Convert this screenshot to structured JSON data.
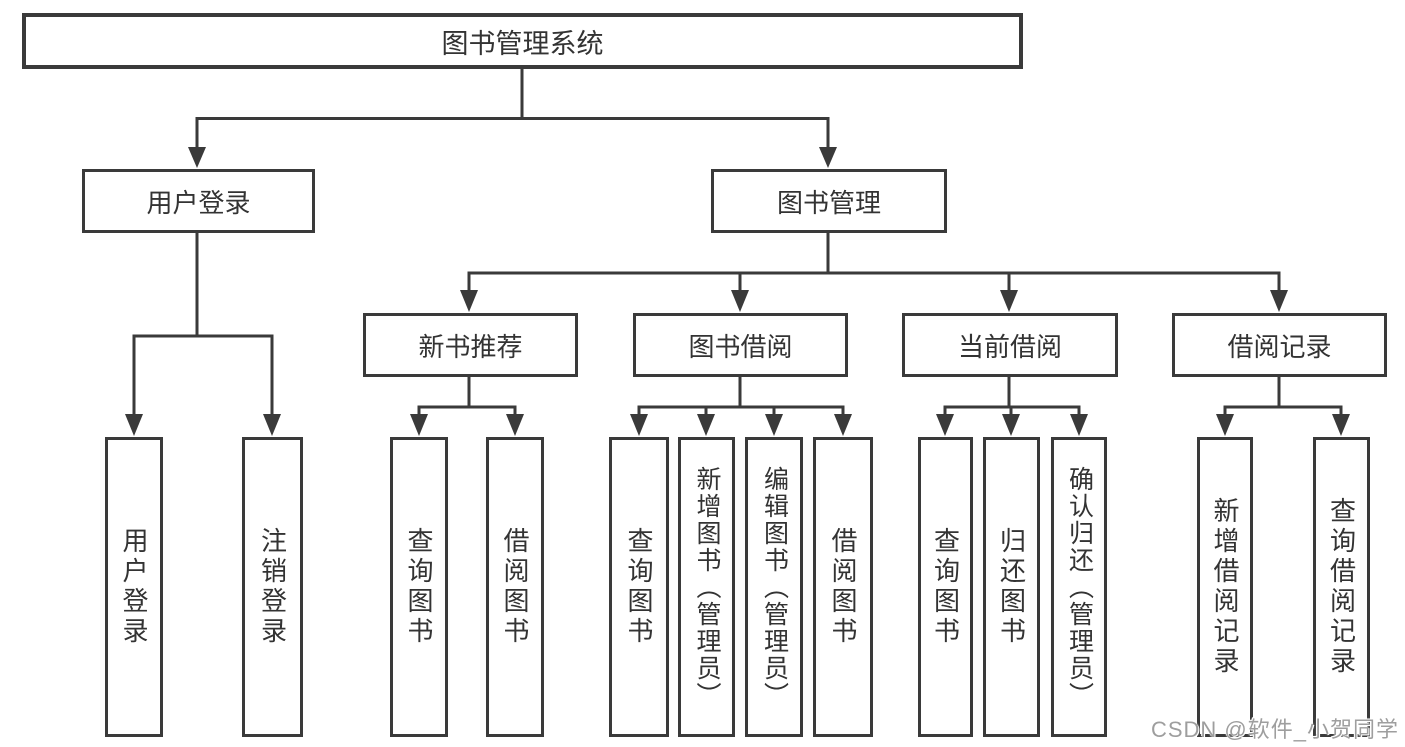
{
  "diagram_title": "图书管理系统",
  "tree": {
    "label": "图书管理系统",
    "children": [
      {
        "label": "用户登录",
        "children": [
          {
            "label": "用户登录"
          },
          {
            "label": "注销登录"
          }
        ]
      },
      {
        "label": "图书管理",
        "children": [
          {
            "label": "新书推荐",
            "children": [
              {
                "label": "查询图书"
              },
              {
                "label": "借阅图书"
              }
            ]
          },
          {
            "label": "图书借阅",
            "children": [
              {
                "label": "查询图书"
              },
              {
                "label": "新增图书（管理员）"
              },
              {
                "label": "编辑图书（管理员）"
              },
              {
                "label": "借阅图书"
              }
            ]
          },
          {
            "label": "当前借阅",
            "children": [
              {
                "label": "查询图书"
              },
              {
                "label": "归还图书"
              },
              {
                "label": "确认归还（管理员）"
              }
            ]
          },
          {
            "label": "借阅记录",
            "children": [
              {
                "label": "新增借阅记录"
              },
              {
                "label": "查询借阅记录"
              }
            ]
          }
        ]
      }
    ]
  },
  "watermark": {
    "text": "CSDN @软件_小贺同学"
  },
  "colors": {
    "line": "#3a3a3a",
    "text": "#333333",
    "background": "#ffffff",
    "watermark-text": "#9e9e9e"
  }
}
